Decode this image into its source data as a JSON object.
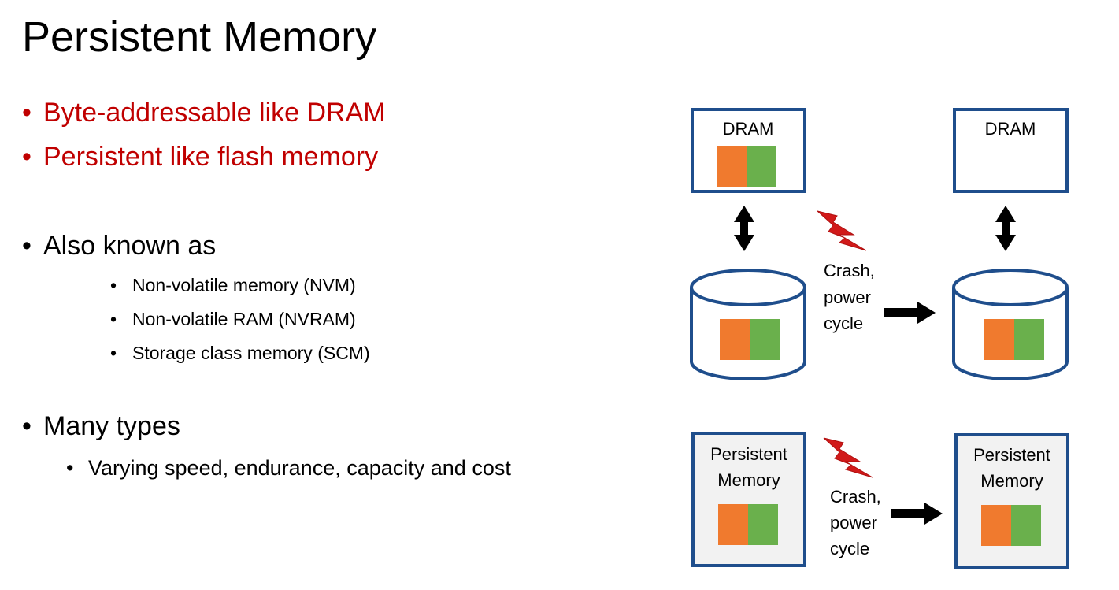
{
  "slide": {
    "title": "Persistent Memory",
    "bullets": [
      {
        "text": "Byte-addressable like DRAM",
        "emphasis": "red"
      },
      {
        "text": "Persistent like flash memory",
        "emphasis": "red"
      },
      {
        "text": "Also known as"
      },
      {
        "text": "Non-volatile memory (NVM)"
      },
      {
        "text": "Non-volatile RAM (NVRAM)"
      },
      {
        "text": "Storage class memory (SCM)"
      },
      {
        "text": "Many types"
      },
      {
        "text": "Varying speed, endurance, capacity and cost"
      }
    ]
  },
  "diagram": {
    "dram_label": "DRAM",
    "pm_label_line1": "Persistent",
    "pm_label_line2": "Memory",
    "event_line1": "Crash,",
    "event_line2": "power",
    "event_line3": "cycle",
    "icons": [
      "lightning-icon",
      "double-arrow-icon",
      "right-arrow-icon"
    ],
    "colors": {
      "box_border": "#1f4e8c",
      "pm_fill": "#f2f2f2",
      "data_orange": "#f07a2e",
      "data_green": "#6ab04c",
      "title_red": "#c00000",
      "lightning": "#d11a1a"
    }
  }
}
